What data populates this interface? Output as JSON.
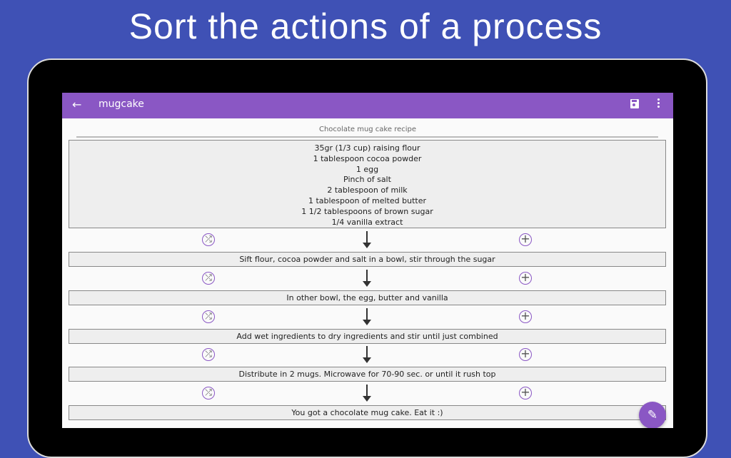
{
  "headline": "Sort the actions of a process",
  "toolbar": {
    "title": "mugcake",
    "back_icon": "arrow-left-icon",
    "save_icon": "save-icon",
    "menu_icon": "more-vert-icon"
  },
  "subtitle": "Chocolate mug cake recipe",
  "ingredients": [
    "35gr (1/3 cup) raising flour",
    "1 tablespoon cocoa powder",
    "1 egg",
    "Pinch of salt",
    "2 tablespoon of milk",
    "1 tablespoon of melted butter",
    "1 1/2 tablespoons of brown sugar",
    "1/4 vanilla extract"
  ],
  "steps": [
    "Sift flour, cocoa powder and salt in a bowl, stir through the sugar",
    "In other bowl, the egg, butter and vanilla",
    "Add wet ingredients to dry ingredients and stir until just combined",
    "Distribute in 2 mugs. Microwave for 70-90 sec. or until it rush top",
    "You got a chocolate mug cake. Eat it :)"
  ],
  "colors": {
    "background": "#3f51b5",
    "accent": "#8a57c4"
  }
}
